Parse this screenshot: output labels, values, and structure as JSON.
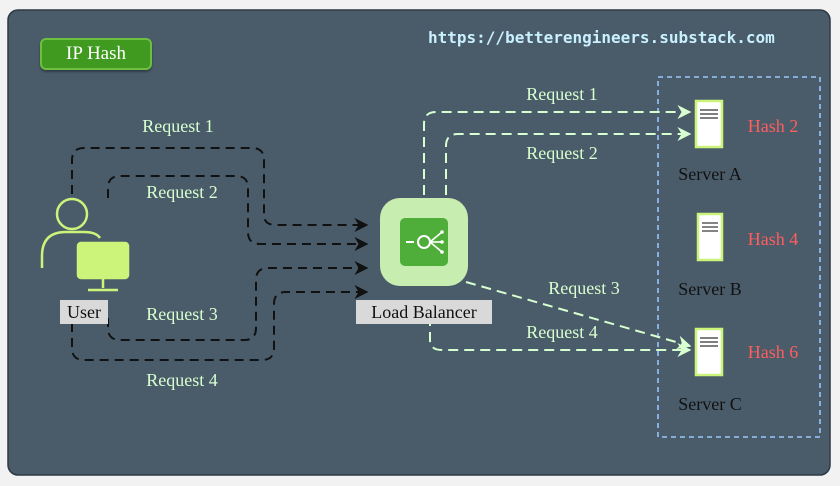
{
  "badge": {
    "label": "IP Hash"
  },
  "url": "https://betterengineers.substack.com",
  "user": {
    "label": "User"
  },
  "load_balancer": {
    "label": "Load Balancer"
  },
  "left_requests": [
    "Request 1",
    "Request 2",
    "Request 3",
    "Request 4"
  ],
  "right_requests": [
    "Request 1",
    "Request 2",
    "Request 3",
    "Request 4"
  ],
  "servers": [
    {
      "label": "Server A",
      "hash": "Hash 2"
    },
    {
      "label": "Server B",
      "hash": "Hash 4"
    },
    {
      "label": "Server C",
      "hash": "Hash 6"
    }
  ],
  "colors": {
    "panel": "#4a5c6a",
    "accent_green": "#ccf37a",
    "request_text": "#d8ffcf",
    "hash_text": "#ff5e5e",
    "arrow_dark": "#111111",
    "arrow_light": "#d8ffcf",
    "server_group_border": "#8fb8e8"
  }
}
